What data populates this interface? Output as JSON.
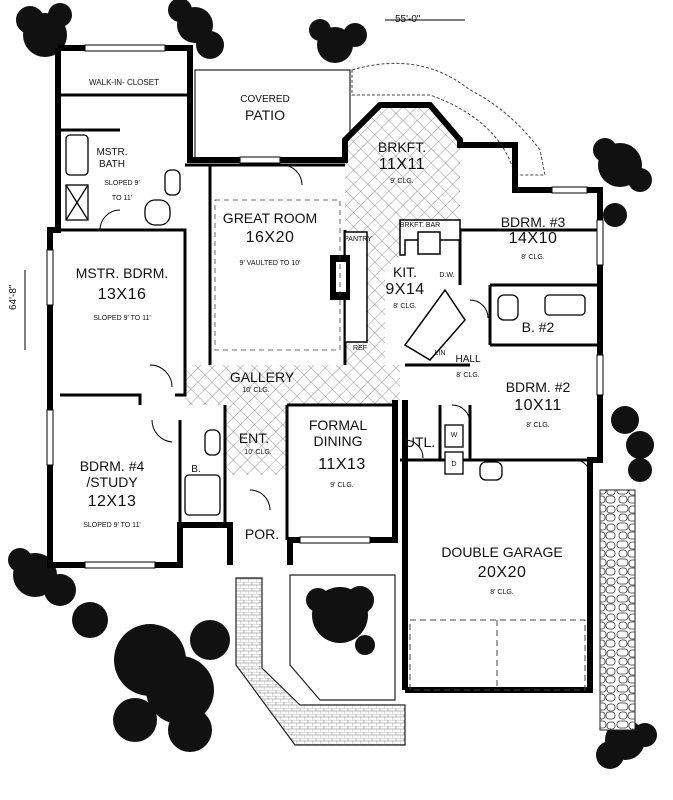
{
  "dimensions": {
    "width": "55'-0\"",
    "depth": "64'-8\""
  },
  "rooms": {
    "walk_in_closet": "WALK-IN- CLOSET",
    "covered_patio": {
      "line1": "COVERED",
      "line2": "PATIO"
    },
    "brkft": {
      "name": "BRKFT.",
      "size": "11X11",
      "ceiling": "9' CLG."
    },
    "mstr_bath": {
      "line1": "MSTR.",
      "line2": "BATH",
      "ceiling1": "SLOPED 9'",
      "ceiling2": "TO 11'"
    },
    "great_room": {
      "name": "GREAT ROOM",
      "size": "16X20",
      "ceiling": "9' VAULTED TO 10'"
    },
    "pantry": "PANTRY",
    "brkft_bar": "BRKFT. BAR",
    "kit": {
      "name": "KIT.",
      "size": "9X14",
      "ceiling": "8' CLG."
    },
    "dw": "D.W.",
    "ref": "REF",
    "lin": "LIN",
    "bdrm3": {
      "name": "BDRM. #3",
      "size": "14X10",
      "ceiling": "8' CLG."
    },
    "b2": "B. #2",
    "mstr_bdrm": {
      "name": "MSTR. BDRM.",
      "size": "13X16",
      "ceiling": "SLOPED 9' TO 11'"
    },
    "hall": {
      "name": "HALL",
      "ceiling": "8' CLG."
    },
    "bdrm2": {
      "name": "BDRM. #2",
      "size": "10X11",
      "ceiling": "8' CLG."
    },
    "gallery": {
      "name": "GALLERY",
      "ceiling": "10' CLG."
    },
    "formal_dining": {
      "line1": "FORMAL",
      "line2": "DINING",
      "size": "11X13",
      "ceiling": "9' CLG."
    },
    "ent": {
      "name": "ENT.",
      "ceiling": "10' CLG."
    },
    "utl": "UTL.",
    "washer": "W",
    "dryer": "D",
    "bdrm4": {
      "line1": "BDRM. #4",
      "line2": "/STUDY",
      "size": "12X13",
      "ceiling": "SLOPED 9' TO 11'"
    },
    "b": "B.",
    "por": "POR.",
    "garage": {
      "name": "DOUBLE GARAGE",
      "size": "20X20",
      "ceiling": "8' CLG."
    }
  }
}
